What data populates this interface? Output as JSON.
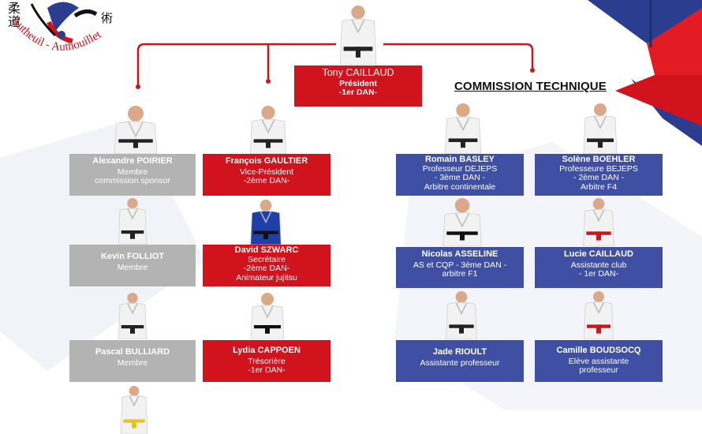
{
  "logo": {
    "text": "Autheuil - Authouillet",
    "kanji_left": "柔道",
    "kanji_right": "術"
  },
  "president": {
    "name": "Tony CAILLAUD",
    "lines": [
      "Président",
      "-1er DAN-"
    ]
  },
  "commission_title": "COMMISSION TECHNIQUE",
  "left_column": [
    {
      "name": "Alexandre POIRIER",
      "lines": [
        "Membre",
        "commission sponsor"
      ]
    },
    {
      "name": "Kevin FOLLIOT",
      "lines": [
        "Membre"
      ]
    },
    {
      "name": "Pascal BULLIARD",
      "lines": [
        "Membre"
      ]
    }
  ],
  "middle_column": [
    {
      "name": "François GAULTIER",
      "lines": [
        "Vice-Président",
        "-2ème DAN-"
      ]
    },
    {
      "name": "David SZWARC",
      "lines": [
        "Secrétaire",
        "-2ème DAN-",
        "Animateur jujitsu"
      ]
    },
    {
      "name": "Lydia CAPPOEN",
      "lines": [
        "Trésorière",
        "-1er DAN-"
      ]
    }
  ],
  "technical": [
    {
      "name": "Romain BASLEY",
      "lines": [
        "Professeur  DEJEPS",
        "- 3ème DAN -",
        "Arbitre continentale"
      ]
    },
    {
      "name": "Solène BOEHLER",
      "lines": [
        "Professeure BEJEPS",
        "- 2ème DAN -",
        "Arbitre F4"
      ]
    },
    {
      "name": "Nicolas ASSELINE",
      "lines": [
        "AS et CQP - 3ème DAN -",
        "arbitre F1"
      ]
    },
    {
      "name": "Lucie CAILLAUD",
      "lines": [
        "Assistante club",
        "- 1er DAN-"
      ]
    },
    {
      "name": "Jade RIOULT",
      "lines": [
        "Assistante professeur"
      ]
    },
    {
      "name": "Camille BOUDSOCQ",
      "lines": [
        "Elève assistante",
        "professeur"
      ]
    }
  ],
  "colors": {
    "red": "#d0131c",
    "blue": "#3f4fa3",
    "grey": "#b3b3b3",
    "navy": "#2b3d8f",
    "light_bg": "#eef1f8"
  }
}
